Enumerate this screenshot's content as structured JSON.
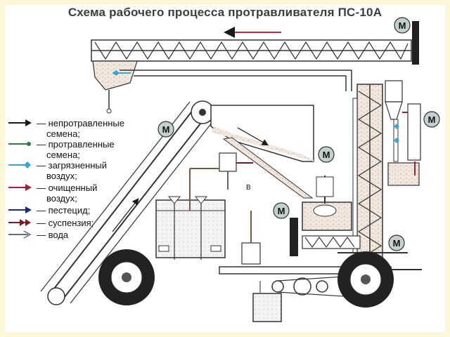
{
  "title": "Схема рабочего процесса протравливателя ПС-10А",
  "motor_label": "M",
  "valve_label": "B",
  "legend": [
    {
      "id": "untreated",
      "lines": [
        "— непротравленные",
        "семена;"
      ],
      "color": "#1a1a1a",
      "icon": "arrow-icon"
    },
    {
      "id": "treated",
      "lines": [
        "— протравленные",
        "семена;"
      ],
      "color": "#2f7d3a",
      "icon": "circle-end-line-icon"
    },
    {
      "id": "dirty-air",
      "lines": [
        "— загрязненный",
        "воздух;"
      ],
      "color": "#3aa6d8",
      "icon": "diamond-line-icon"
    },
    {
      "id": "clean-air",
      "lines": [
        "— очищенный",
        "воздух;"
      ],
      "color": "#a0203c",
      "icon": "arrow-icon"
    },
    {
      "id": "pesticide",
      "lines": [
        "— пестецид;"
      ],
      "color": "#1b2a7a",
      "icon": "arrow-icon"
    },
    {
      "id": "suspension",
      "lines": [
        "— суспензия;"
      ],
      "color": "#7a1a2a",
      "icon": "double-arrow-icon"
    },
    {
      "id": "water",
      "lines": [
        "— вода"
      ],
      "color": "#6a6a8a",
      "icon": "open-arrow-icon"
    }
  ]
}
